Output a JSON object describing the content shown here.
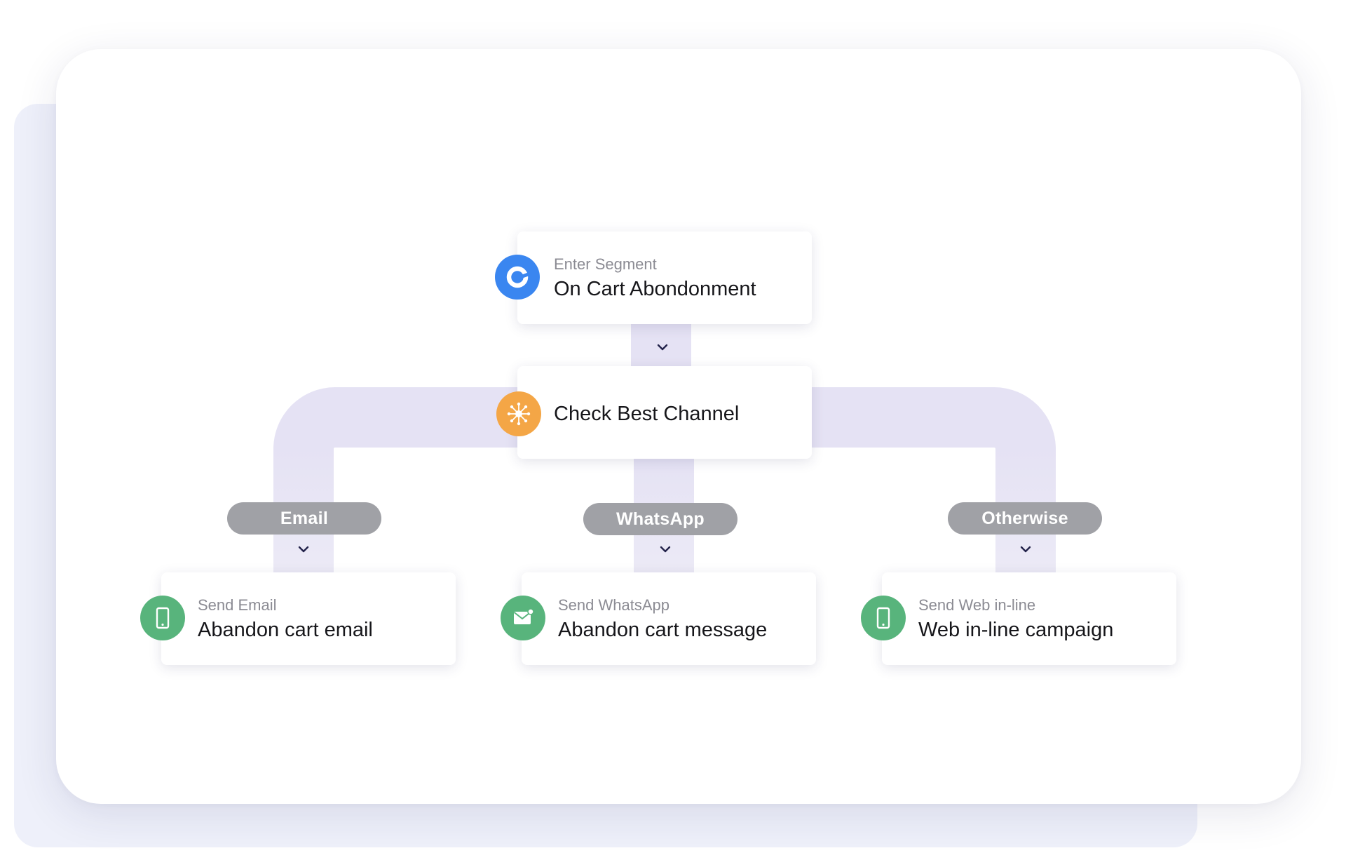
{
  "colors": {
    "track": "#e5e2f4",
    "pill": "#a0a1a6",
    "segment_icon": "#3a86f0",
    "channel_icon": "#f4a646",
    "action_icon": "#58b47c"
  },
  "entry": {
    "subtitle": "Enter Segment",
    "title": "On Cart Abondonment",
    "icon": "segment-ring-icon"
  },
  "decision": {
    "title": "Check Best Channel",
    "icon": "network-hub-icon"
  },
  "branches": [
    {
      "label": "Email",
      "subtitle": "Send Email",
      "title": "Abandon cart email",
      "icon": "mobile-phone-icon"
    },
    {
      "label": "WhatsApp",
      "subtitle": "Send WhatsApp",
      "title": "Abandon cart message",
      "icon": "envelope-icon"
    },
    {
      "label": "Otherwise",
      "subtitle": "Send Web in-line",
      "title": "Web in-line campaign",
      "icon": "mobile-phone-icon"
    }
  ]
}
